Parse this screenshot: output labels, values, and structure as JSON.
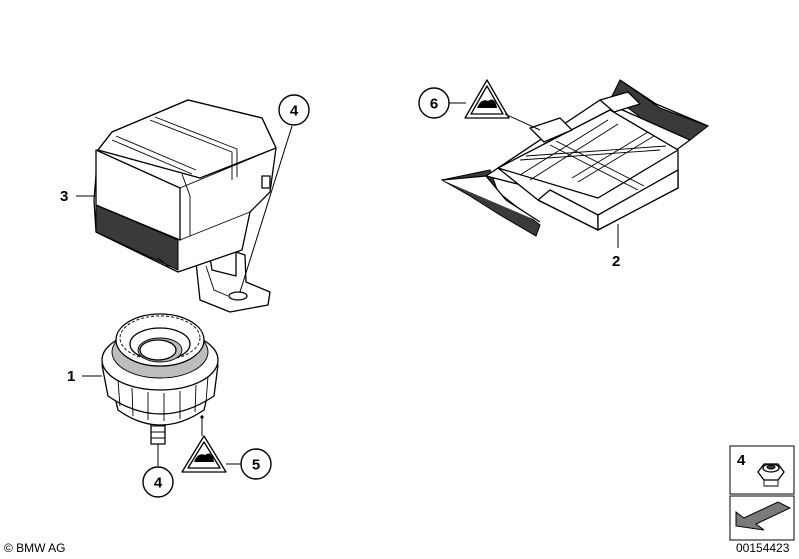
{
  "callouts": {
    "part1": "1",
    "part2": "2",
    "part3": "3",
    "part4_top": "4",
    "part4_bottom": "4",
    "part5": "5",
    "part6": "6",
    "inset": "4"
  },
  "footer": {
    "copyright": "© BMW AG",
    "diagram_number": "00154423"
  }
}
